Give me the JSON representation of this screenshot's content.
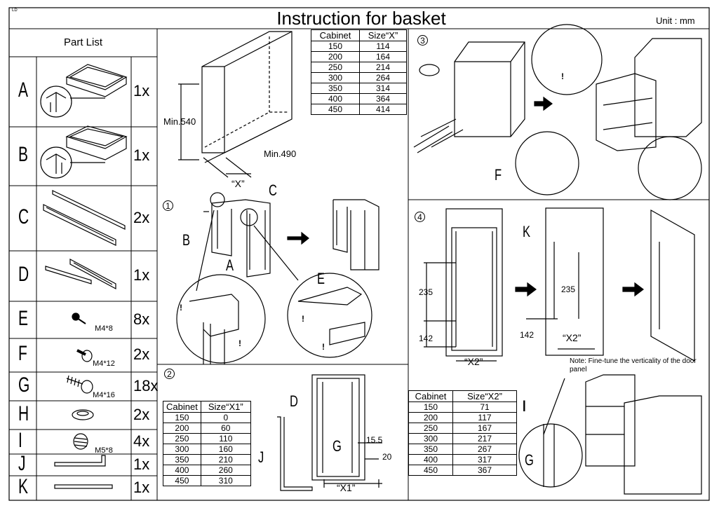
{
  "header": {
    "corner_mark": "LD",
    "title": "Instruction for basket",
    "unit": "Unit : mm"
  },
  "part_list": {
    "title": "Part List",
    "items": [
      {
        "letter": "A",
        "qty": "1x",
        "code": ""
      },
      {
        "letter": "B",
        "qty": "1x",
        "code": ""
      },
      {
        "letter": "C",
        "qty": "2x",
        "code": ""
      },
      {
        "letter": "D",
        "qty": "1x",
        "code": ""
      },
      {
        "letter": "E",
        "qty": "8x",
        "code": "M4*8"
      },
      {
        "letter": "F",
        "qty": "2x",
        "code": "M4*12"
      },
      {
        "letter": "G",
        "qty": "18x",
        "code": "M4*16"
      },
      {
        "letter": "H",
        "qty": "2x",
        "code": ""
      },
      {
        "letter": "I",
        "qty": "4x",
        "code": "M5*8"
      },
      {
        "letter": "J",
        "qty": "1x",
        "code": ""
      },
      {
        "letter": "K",
        "qty": "1x",
        "code": ""
      }
    ]
  },
  "cabinet_diagram": {
    "height_label": "Min.540",
    "depth_label": "Min.490",
    "width_label": "“X”"
  },
  "table_x": {
    "headers": [
      "Cabinet",
      "Size“X”"
    ],
    "rows": [
      [
        "150",
        "114"
      ],
      [
        "200",
        "164"
      ],
      [
        "250",
        "214"
      ],
      [
        "300",
        "264"
      ],
      [
        "350",
        "314"
      ],
      [
        "400",
        "364"
      ],
      [
        "450",
        "414"
      ]
    ]
  },
  "table_x1": {
    "headers": [
      "Cabinet",
      "Size“X1”"
    ],
    "rows": [
      [
        "150",
        "0"
      ],
      [
        "200",
        "60"
      ],
      [
        "250",
        "110"
      ],
      [
        "300",
        "160"
      ],
      [
        "350",
        "210"
      ],
      [
        "400",
        "260"
      ],
      [
        "450",
        "310"
      ]
    ]
  },
  "table_x2": {
    "headers": [
      "Cabinet",
      "Size“X2”"
    ],
    "rows": [
      [
        "150",
        "71"
      ],
      [
        "200",
        "117"
      ],
      [
        "250",
        "167"
      ],
      [
        "300",
        "217"
      ],
      [
        "350",
        "267"
      ],
      [
        "400",
        "317"
      ],
      [
        "450",
        "367"
      ]
    ]
  },
  "steps": {
    "s1": {
      "num": "1",
      "labels": {
        "b": "B",
        "c": "C",
        "a": "A",
        "e": "E"
      }
    },
    "s2": {
      "num": "2",
      "labels": {
        "d": "D",
        "g": "G",
        "j": "J"
      },
      "dims": {
        "d15": "15.5",
        "d20": "20",
        "x1": "“X1”"
      }
    },
    "s3": {
      "num": "3",
      "labels": {
        "f": "F"
      }
    },
    "s4": {
      "num": "4",
      "labels": {
        "k": "K"
      },
      "dims": {
        "a235": "235",
        "a142": "142",
        "b235": "235",
        "b142": "142",
        "x2a": "“X2”",
        "x2b": "“X2”"
      }
    },
    "s5": {
      "note": "Note: Fine-tune the verticality of the door panel",
      "labels": {
        "i": "I",
        "g": "G"
      }
    }
  },
  "warning_glyph": "!"
}
